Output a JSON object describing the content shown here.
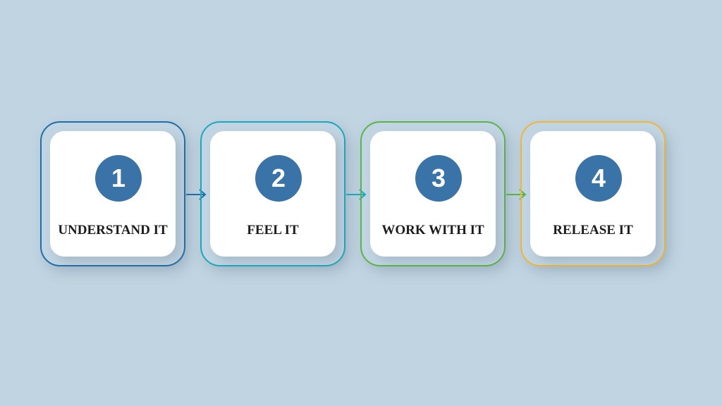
{
  "steps": [
    {
      "number": "1",
      "label": "UNDERSTAND IT",
      "color": "#1f6fa8"
    },
    {
      "number": "2",
      "label": "FEEL IT",
      "color": "#1ba9bd"
    },
    {
      "number": "3",
      "label": "WORK WITH IT",
      "color": "#5ab548"
    },
    {
      "number": "4",
      "label": "RELEASE IT",
      "color": "#f2b632"
    }
  ],
  "colors": {
    "background": "#c1d4e2",
    "badge": "#3a73a7",
    "card": "#ffffff"
  }
}
